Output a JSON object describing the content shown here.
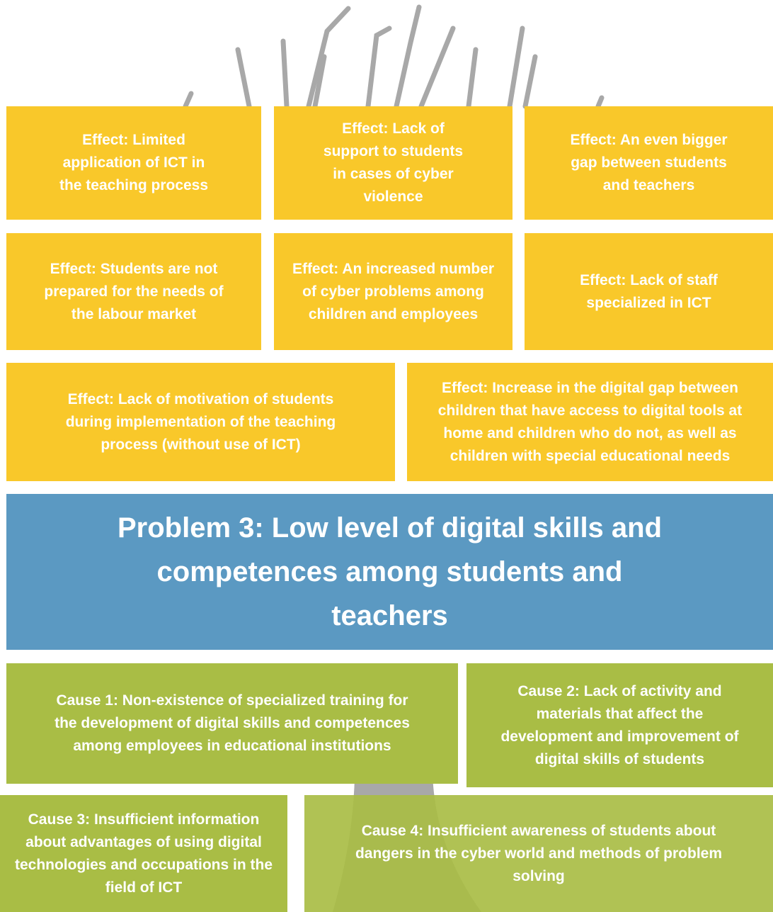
{
  "colors": {
    "effect": "#f9c82a",
    "problem": "#5b99c2",
    "cause": "#a9bd45",
    "tree": "#a8a8a8",
    "text": "#ffffff"
  },
  "effects": [
    "Effect: Limited application of ICT in the teaching process",
    "Effect: Lack of support to students in cases of cyber violence",
    "Effect: An even bigger gap between students and teachers",
    "Effect: Students are not prepared for the needs of the labour market",
    "Effect: An increased number of cyber problems among children and employees",
    "Effect: Lack of staff specialized in ICT",
    "Effect: Lack of motivation of students during implementation of the teaching process (without use of ICT)",
    "Effect: Increase in the digital gap between children that have access to digital tools at home and children who do not, as well as children with special educational needs"
  ],
  "problem": {
    "title": "Problem 3: Low level of digital skills and competences among students and teachers"
  },
  "causes": [
    "Cause 1: Non-existence of specialized training for the development of digital skills and competences among employees in educational institutions",
    "Cause 2: Lack of activity and materials that affect the development and improvement of digital skills of students",
    "Cause 3: Insufficient information about advantages of using digital technologies and occupations in the field of ICT",
    "Cause 4: Insufficient awareness of students about dangers in the cyber world and methods of problem solving"
  ]
}
